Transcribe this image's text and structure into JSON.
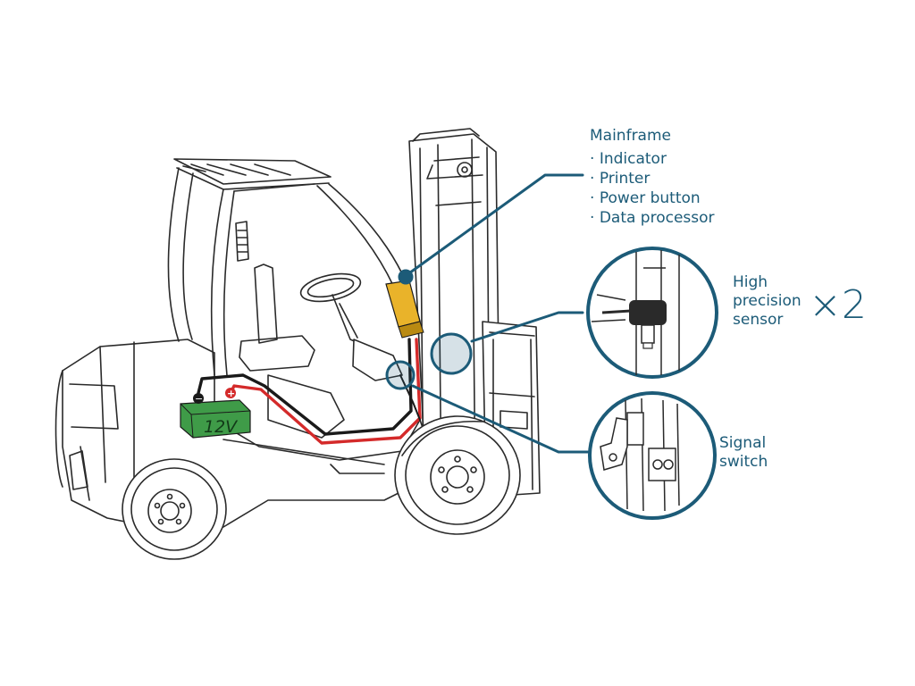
{
  "battery": {
    "voltage_label": "12V",
    "minus_symbol": "−",
    "plus_symbol": "+"
  },
  "mainframe": {
    "title": "Mainframe",
    "items": [
      "Indicator",
      "Printer",
      "Power button",
      "Data processor"
    ]
  },
  "sensor": {
    "label_lines": [
      "High",
      "precision",
      "sensor"
    ],
    "count": "×2"
  },
  "switch": {
    "label_lines": [
      "Signal",
      "switch"
    ]
  },
  "colors": {
    "callout": "#1c5b78",
    "battery_fill": "#3f9b48",
    "battery_text": "#123a18",
    "positive_wire": "#d42a2a",
    "negative_wire": "#1a1a1a",
    "mainframe_box": "#e9b32a",
    "line_art": "#2a2a2a"
  }
}
